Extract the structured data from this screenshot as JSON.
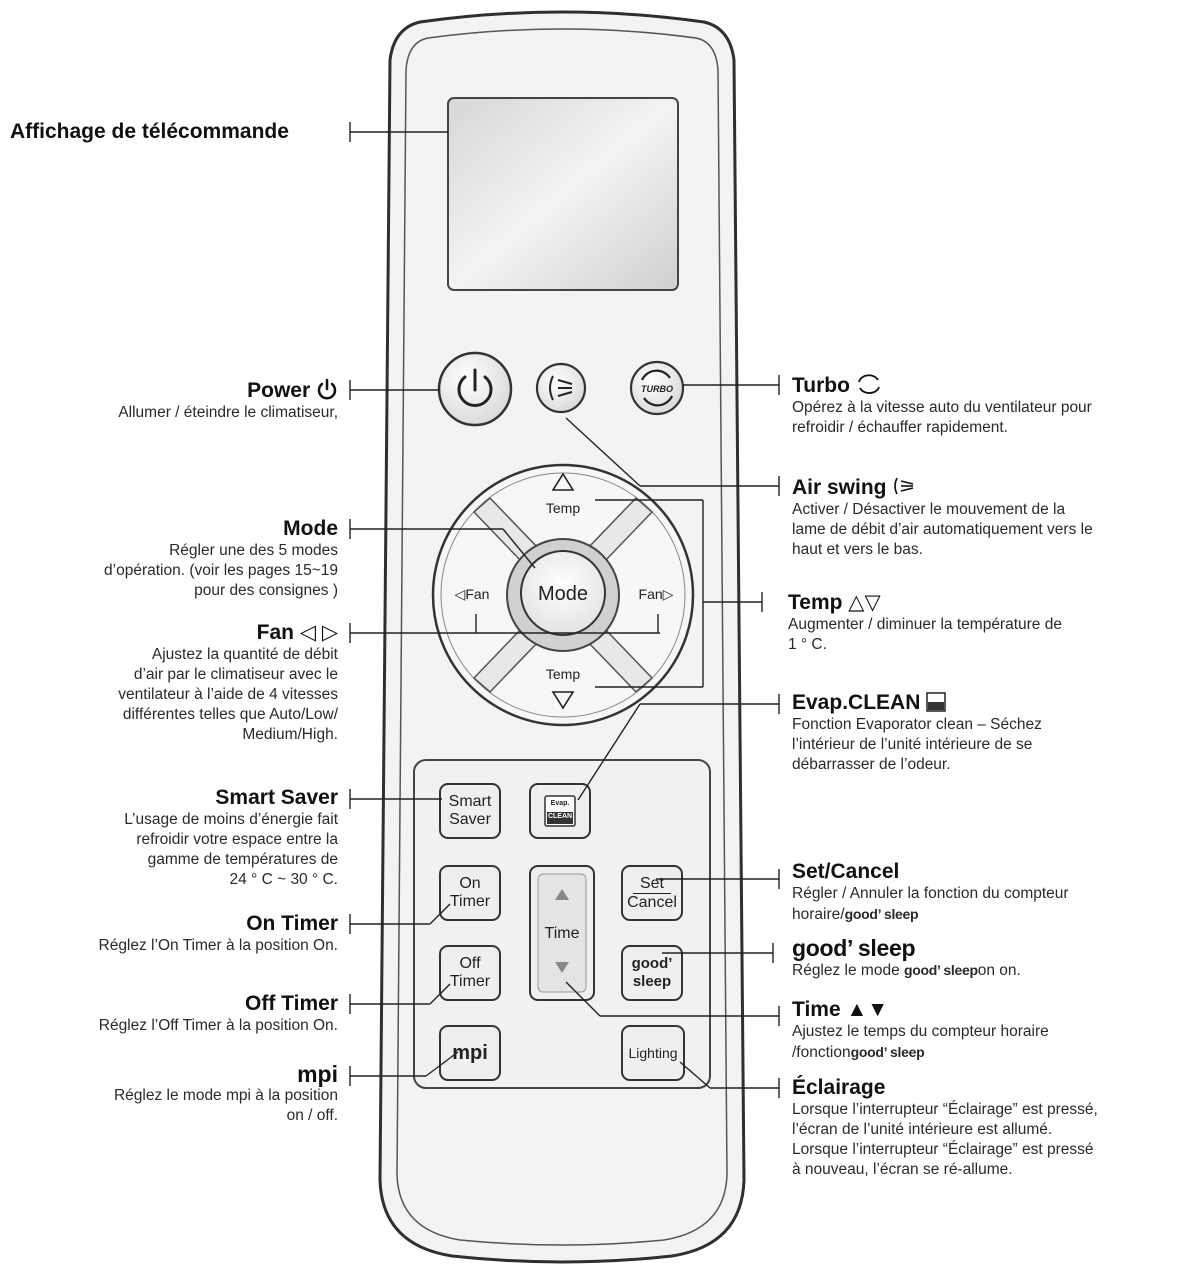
{
  "labels": {
    "display": {
      "title": "Affichage de télécommande"
    },
    "power": {
      "title": "Power",
      "desc": [
        "Allumer / éteindre le climatiseur,"
      ]
    },
    "mode": {
      "title": "Mode",
      "desc": [
        "Régler une des 5 modes",
        "d’opération. (voir les pages 15~19",
        "pour des consignes )"
      ]
    },
    "fan": {
      "title": "Fan",
      "desc": [
        "Ajustez la quantité de débit",
        "d’air par le climatiseur avec le",
        "ventilateur à l’aide de 4 vitesses",
        "différentes telles que Auto/Low/",
        "Medium/High."
      ]
    },
    "smart_saver": {
      "title": "Smart Saver",
      "desc": [
        "L’usage de moins d’énergie fait",
        "refroidir votre espace entre la",
        "gamme de températures de",
        "24 ° C ~ 30 ° C."
      ]
    },
    "on_timer": {
      "title": "On Timer",
      "desc": [
        "Réglez l’On Timer à la position On."
      ]
    },
    "off_timer": {
      "title": "Off Timer",
      "desc": [
        "Réglez l’Off Timer à la position On."
      ]
    },
    "mpi": {
      "title": "mpi",
      "desc": [
        "Réglez le mode mpi à la position",
        "on / off."
      ]
    },
    "turbo": {
      "title": "Turbo",
      "desc": [
        "Opérez à la vitesse auto du ventilateur pour",
        "refroidir / échauffer rapidement."
      ]
    },
    "air_swing": {
      "title": "Air swing",
      "desc": [
        "Activer / Désactiver le mouvement de la",
        "lame de débit d’air automatiquement vers le",
        "haut et vers le bas."
      ]
    },
    "temp": {
      "title": "Temp",
      "desc": [
        "Augmenter / diminuer la température de",
        "1 ° C."
      ]
    },
    "evap_clean": {
      "title": "Evap.CLEAN",
      "desc": [
        "Fonction Evaporator clean – Séchez",
        "l’intérieur de l’unité intérieure de se",
        "débarrasser de l’odeur."
      ]
    },
    "set_cancel": {
      "title": "Set/Cancel",
      "desc_prefix": "Régler / Annuler la fonction du compteur",
      "desc_line2": "horaire/",
      "desc_brand": "good’ sleep"
    },
    "good_sleep": {
      "title": "good’ sleep",
      "desc_prefix": "Réglez le mode ",
      "desc_brand": "good’ sleep",
      "desc_suffix": "on on."
    },
    "time": {
      "title": "Time ▲▼",
      "desc_prefix": "Ajustez le temps du compteur horaire",
      "desc_line2": "/fonction",
      "desc_brand": "good’ sleep"
    },
    "lighting": {
      "title": "Éclairage",
      "desc": [
        "Lorsque l’interrupteur “Éclairage” est pressé,",
        "l’écran de l’unité intérieure est allumé.",
        "Lorsque l’interrupteur “Éclairage” est pressé",
        "à nouveau, l’écran se ré-allume."
      ]
    }
  },
  "buttons": {
    "mode": "Mode",
    "fan_left": "◁Fan",
    "fan_right": "Fan▷",
    "temp_up": "Temp",
    "temp_down": "Temp",
    "smart_saver": [
      "Smart",
      "Saver"
    ],
    "evap": [
      "Evap.",
      "CLEAN"
    ],
    "on_timer": [
      "On",
      "Timer"
    ],
    "off_timer": [
      "Off",
      "Timer"
    ],
    "time": "Time",
    "set_cancel": [
      "Set",
      "Cancel"
    ],
    "good_sleep": [
      "good’",
      "sleep"
    ],
    "mpi": "mpi",
    "lighting": "Lighting",
    "turbo": "TURBO"
  },
  "symbols": {
    "temp": "△▽",
    "fan": "◁ ▷",
    "triangle_up": "△",
    "triangle_down": "▽"
  },
  "colors": {
    "body": "#f4f4f4",
    "outline": "#333333",
    "button": "#ececec",
    "screen": "#dedede"
  }
}
